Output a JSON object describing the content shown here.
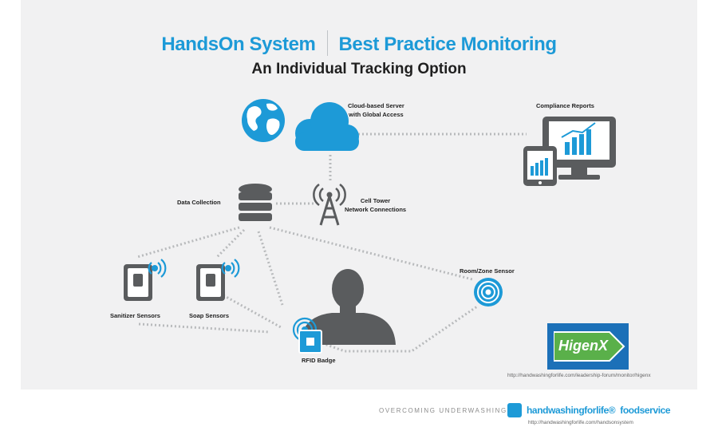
{
  "header": {
    "brand": "HandsOn System",
    "section": "Best Practice Monitoring",
    "subtitle": "An Individual Tracking Option"
  },
  "nodes": {
    "cloud_server": "Cloud-based Server with Global Access",
    "cloud_server_line1": "Cloud-based Server",
    "cloud_server_line2": "with Global Access",
    "compliance_reports": "Compliance Reports",
    "data_collection": "Data Collection",
    "cell_tower_line1": "Cell Tower",
    "cell_tower_line2": "Network Connections",
    "room_zone_sensor": "Room/Zone Sensor",
    "sanitizer_sensors": "Sanitizer Sensors",
    "soap_sensors": "Soap Sensors",
    "rfid_badge": "RFID Badge"
  },
  "higenx": {
    "label": "HigenX",
    "url": "http://handwashingforlife.com/leadership-forum/monitor/higenx"
  },
  "footer": {
    "tagline": "OVERCOMING UNDERWASHING",
    "brand_name": "handwashingforlife®",
    "brand_suffix": "foodservice",
    "url": "http://handwashingforlife.com/handsonsystem"
  },
  "colors": {
    "accent_blue": "#1d9ad7",
    "icon_gray": "#5a5c5e",
    "panel_bg": "#f1f1f2",
    "connector": "#b8babc",
    "higenx_bg": "#1c70b8",
    "higenx_arrow": "#5ab04a"
  },
  "icons": {
    "globe": "globe-icon",
    "cloud": "cloud-icon",
    "database": "database-icon",
    "tower": "cell-tower-icon",
    "monitor": "monitor-chart-icon",
    "tablet": "tablet-chart-icon",
    "sensor": "wall-sensor-icon",
    "person": "person-silhouette-icon",
    "badge": "rfid-badge-icon",
    "zone": "zone-sensor-icon"
  }
}
